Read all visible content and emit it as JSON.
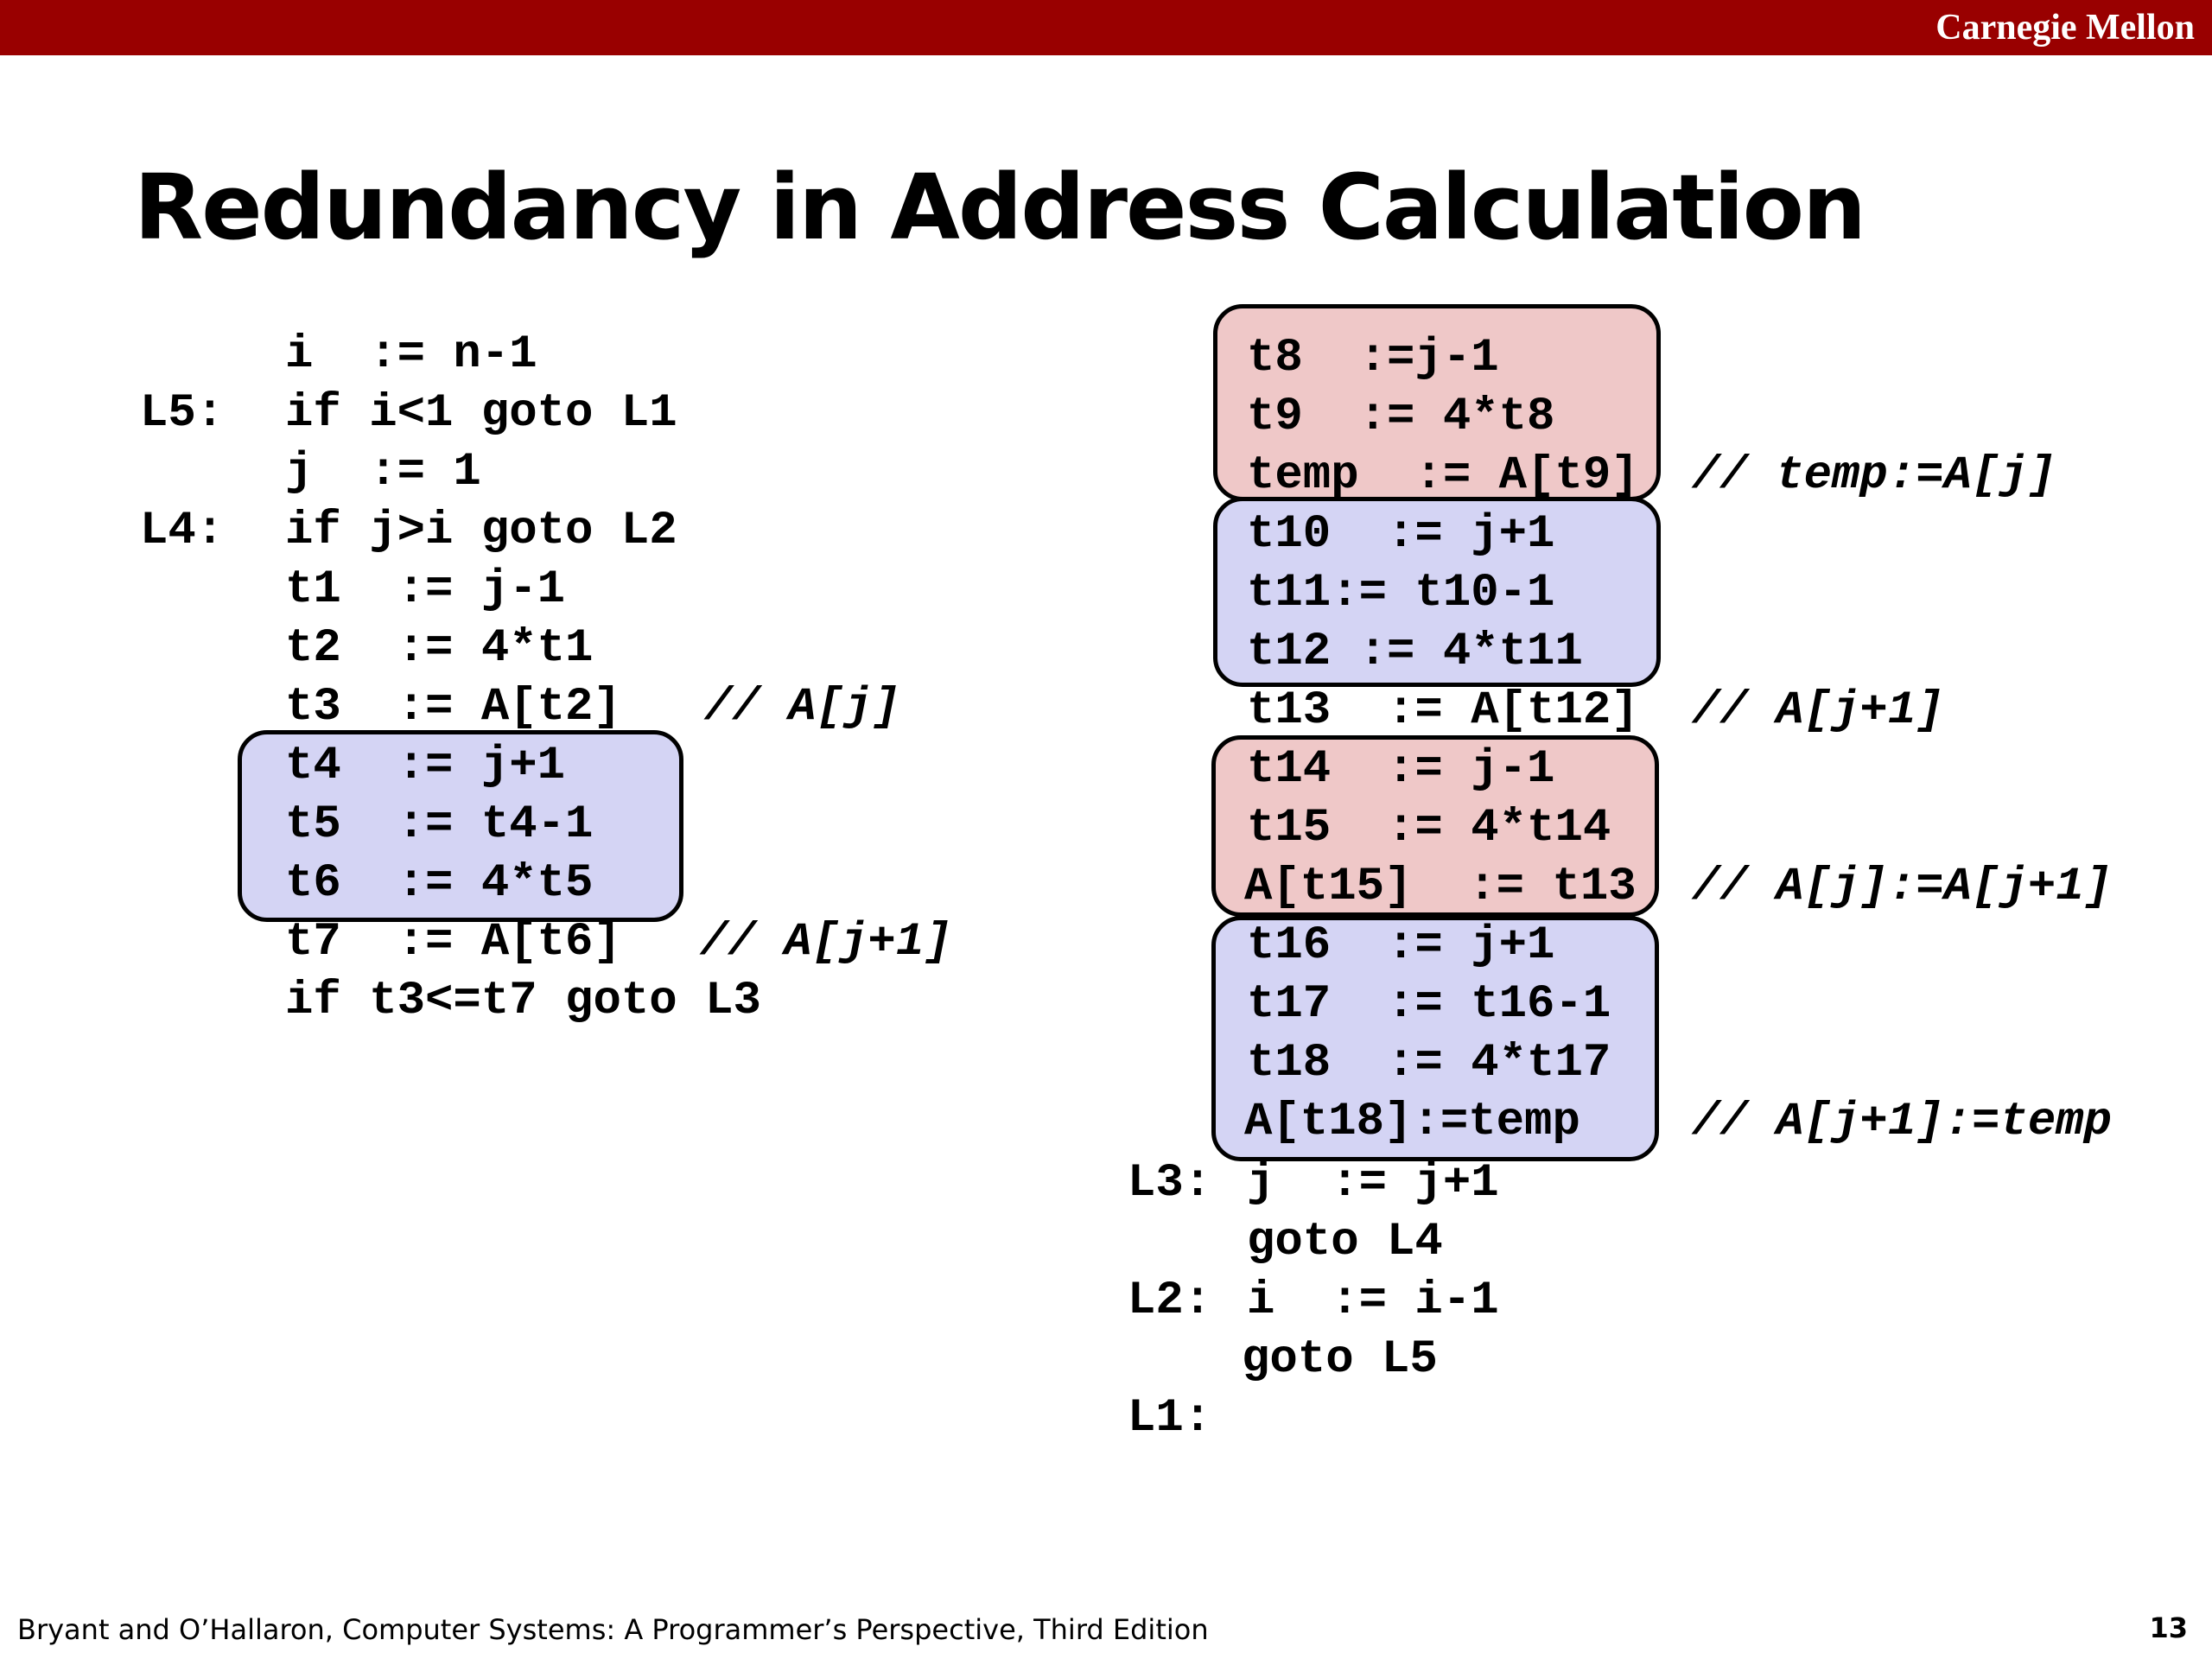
{
  "header": {
    "brand": "Carnegie Mellon"
  },
  "slide": {
    "title": "Redundancy in Address Calculation"
  },
  "left_code": [
    {
      "label": "",
      "code": "i  := n-1"
    },
    {
      "label": "L5:",
      "code": "if i<1 goto L1"
    },
    {
      "label": "",
      "code": "j  := 1"
    },
    {
      "label": "L4:",
      "code": "if j>i goto L2"
    },
    {
      "label": "",
      "code": "t1  := j-1"
    },
    {
      "label": "",
      "code": "t2  := 4*t1"
    },
    {
      "label": "",
      "code": "t3  := A[t2]",
      "comment": "// A[j]"
    },
    {
      "label": "",
      "code": "t4  := j+1"
    },
    {
      "label": "",
      "code": "t5  := t4-1"
    },
    {
      "label": "",
      "code": "t6  := 4*t5"
    },
    {
      "label": "",
      "code": "t7  := A[t6]",
      "comment": "// A[j+1]"
    },
    {
      "label": "",
      "code": "if t3<=t7 goto L3"
    }
  ],
  "right_code": [
    {
      "label": "",
      "code": "t8  :=j-1"
    },
    {
      "label": "",
      "code": "t9  := 4*t8"
    },
    {
      "label": "",
      "code": "temp  := A[t9]",
      "comment": "// temp:=A[j]"
    },
    {
      "label": "",
      "code": "t10  := j+1"
    },
    {
      "label": "",
      "code": "t11:= t10-1"
    },
    {
      "label": "",
      "code": "t12 := 4*t11"
    },
    {
      "label": "",
      "code": "t13  := A[t12]",
      "comment": "// A[j+1]"
    },
    {
      "label": "",
      "code": "t14  := j-1"
    },
    {
      "label": "",
      "code": "t15  := 4*t14"
    },
    {
      "label": "",
      "code": "A[t15]  := t13",
      "comment": "// A[j]:=A[j+1]"
    },
    {
      "label": "",
      "code": "t16  := j+1"
    },
    {
      "label": "",
      "code": "t17  := t16-1"
    },
    {
      "label": "",
      "code": "t18  := 4*t17"
    },
    {
      "label": "",
      "code": "A[t18]:=temp",
      "comment": "// A[j+1]:=temp"
    },
    {
      "label": "L3:",
      "code": "j  := j+1"
    },
    {
      "label": "",
      "code": "goto L4"
    },
    {
      "label": "L2:",
      "code": "i  := i-1"
    },
    {
      "label": "",
      "code": "goto L5"
    },
    {
      "label": "L1:",
      "code": ""
    }
  ],
  "highlights": {
    "blue": "#d4d4f4",
    "red": "#efc8c8"
  },
  "footer": {
    "citation": "Bryant and O’Hallaron, Computer Systems: A Programmer’s Perspective, Third Edition",
    "page_number": "13"
  }
}
